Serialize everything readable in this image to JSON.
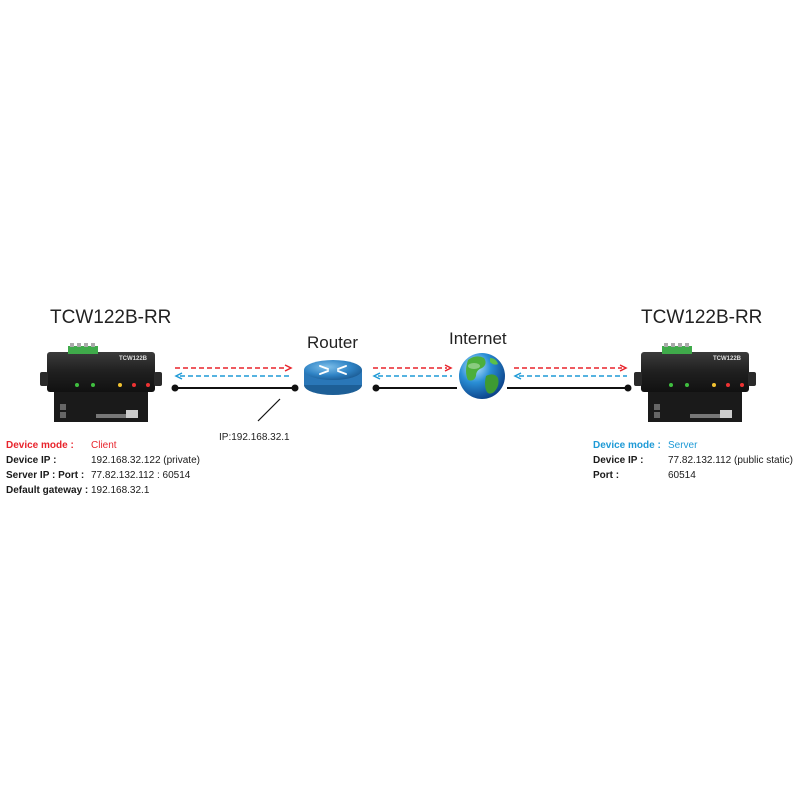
{
  "left_device": {
    "title": "TCW122B-RR",
    "panel_label": "TCW122B",
    "mode_key": "Device mode :",
    "mode_value": "Client",
    "ip_key": "Device IP :",
    "ip_value": "192.168.32.122 (private)",
    "server_key": "Server IP : Port :",
    "server_value": "77.82.132.112 : 60514",
    "gateway_key": "Default gateway :",
    "gateway_value": "192.168.32.1"
  },
  "router": {
    "label": "Router",
    "ip_label": "IP:192.168.32.1"
  },
  "internet": {
    "label": "Internet"
  },
  "right_device": {
    "title": "TCW122B-RR",
    "panel_label": "TCW122B",
    "mode_key": "Device mode :",
    "mode_value": "Server",
    "ip_key": "Device IP :",
    "ip_value": "77.82.132.112 (public static)",
    "port_key": "Port :",
    "port_value": "60514"
  },
  "colors": {
    "client": "#e8242c",
    "server": "#1e9ad6",
    "link": "#111111"
  }
}
